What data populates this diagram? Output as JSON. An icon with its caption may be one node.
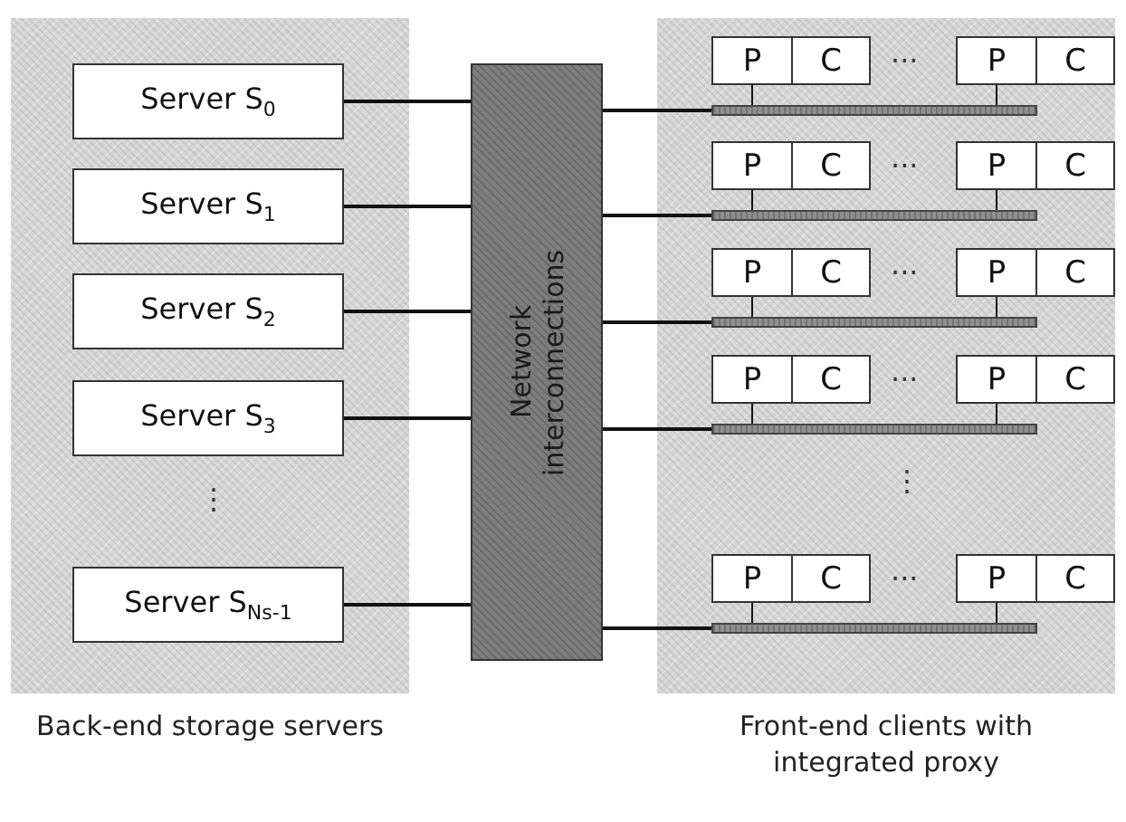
{
  "diagram": {
    "nodes": [
      {
        "text": [
          "Back-end storage servers"
        ]
      },
      {
        "text": [
          "Server S$_{0}$"
        ],
        "in": 0
      },
      {
        "text": [
          "Server S$_{1}$"
        ],
        "in": 0
      },
      {
        "text": [
          "Server S$_{2}$"
        ],
        "in": 0
      },
      {
        "text": [
          "Server S$_{3}$"
        ],
        "in": 0
      },
      {
        "text": [
          "Server S$_{Ns-1}$"
        ],
        "in": 0
      },
      {
        "text": [
          "Network interconnections"
        ]
      },
      {
        "text": [
          "Front-end clients with integrated proxy"
        ]
      },
      {
        "text": [
          "P"
        ],
        "in": 7
      },
      {
        "text": [
          "C"
        ],
        "in": 7
      },
      {
        "text": [
          "P"
        ],
        "in": 7
      },
      {
        "text": [
          "C"
        ],
        "in": 7
      },
      {
        "text": [],
        "shape": "bar",
        "in": 7
      },
      {
        "text": [
          "P"
        ],
        "in": 7
      },
      {
        "text": [
          "C"
        ],
        "in": 7
      },
      {
        "text": [
          "P"
        ],
        "in": 7
      },
      {
        "text": [
          "C"
        ],
        "in": 7
      },
      {
        "text": [],
        "shape": "bar",
        "in": 7
      },
      {
        "text": [
          "P"
        ],
        "in": 7
      },
      {
        "text": [
          "C"
        ],
        "in": 7
      },
      {
        "text": [
          "P"
        ],
        "in": 7
      },
      {
        "text": [
          "C"
        ],
        "in": 7
      },
      {
        "text": [],
        "shape": "bar",
        "in": 7
      },
      {
        "text": [
          "P"
        ],
        "in": 7
      },
      {
        "text": [
          "C"
        ],
        "in": 7
      },
      {
        "text": [
          "P"
        ],
        "in": 7
      },
      {
        "text": [
          "C"
        ],
        "in": 7
      },
      {
        "text": [],
        "shape": "bar",
        "in": 7
      },
      {
        "text": [
          "P"
        ],
        "in": 7
      },
      {
        "text": [
          "C"
        ],
        "in": 7
      },
      {
        "text": [
          "P"
        ],
        "in": 7
      },
      {
        "text": [
          "C"
        ],
        "in": 7
      },
      {
        "text": [],
        "shape": "bar",
        "in": 7
      }
    ],
    "edges": [
      {
        "from": 1,
        "to": 6,
        "arrow": "none"
      },
      {
        "from": 2,
        "to": 6,
        "arrow": "none"
      },
      {
        "from": 3,
        "to": 6,
        "arrow": "none"
      },
      {
        "from": 4,
        "to": 6,
        "arrow": "none"
      },
      {
        "from": 5,
        "to": 6,
        "arrow": "none"
      },
      {
        "from": 6,
        "to": 12,
        "arrow": "none"
      },
      {
        "from": 6,
        "to": 17,
        "arrow": "none"
      },
      {
        "from": 6,
        "to": 22,
        "arrow": "none"
      },
      {
        "from": 6,
        "to": 27,
        "arrow": "none"
      },
      {
        "from": 6,
        "to": 32,
        "arrow": "none"
      },
      {
        "from": 8,
        "to": 12,
        "arrow": "none"
      },
      {
        "from": 10,
        "to": 12,
        "arrow": "none"
      },
      {
        "from": 13,
        "to": 17,
        "arrow": "none"
      },
      {
        "from": 15,
        "to": 17,
        "arrow": "none"
      },
      {
        "from": 18,
        "to": 22,
        "arrow": "none"
      },
      {
        "from": 20,
        "to": 22,
        "arrow": "none"
      },
      {
        "from": 23,
        "to": 27,
        "arrow": "none"
      },
      {
        "from": 25,
        "to": 27,
        "arrow": "none"
      },
      {
        "from": 28,
        "to": 32,
        "arrow": "none"
      },
      {
        "from": 30,
        "to": 32,
        "arrow": "none"
      }
    ],
    "labels": [
      "···",
      "···",
      "···",
      "···",
      "⋮",
      "⋮",
      "···"
    ]
  }
}
